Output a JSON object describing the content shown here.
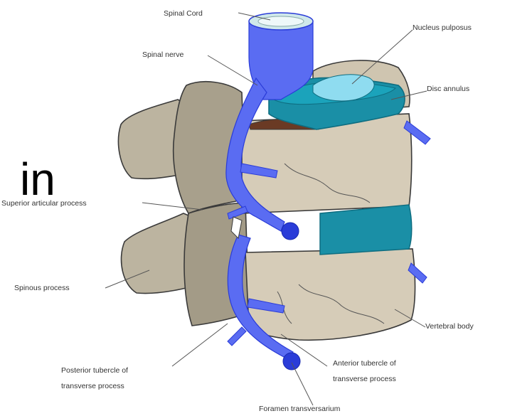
{
  "overlay_text": "in",
  "labels": {
    "spinal_cord": "Spinal Cord",
    "spinal_nerve": "Spinal nerve",
    "nucleus_pulposus": "Nucleus pulposus",
    "disc_annulus": "Disc annulus",
    "superior_articular_process": "Superior articular process",
    "spinous_process": "Spinous process",
    "vertebral_body": "Vertebral body",
    "posterior_tubercle_line1": "Posterior tubercle of",
    "posterior_tubercle_line2": "transverse process",
    "anterior_tubercle_line1": "Anterior tubercle of",
    "anterior_tubercle_line2": "transverse process",
    "foramen_transversarium": "Foramen transversarium"
  },
  "colors": {
    "bone": "#d6ccb8",
    "bone_shadow": "#a8a08c",
    "bone_edge": "#3a3a3a",
    "nerve": "#5a6cf2",
    "nerve_dark": "#2a3cd8",
    "disc": "#1a8fa6",
    "disc_top": "#8fdcf0",
    "disc_dark": "#0e6d80",
    "cord_top": "#cfe8ea"
  }
}
